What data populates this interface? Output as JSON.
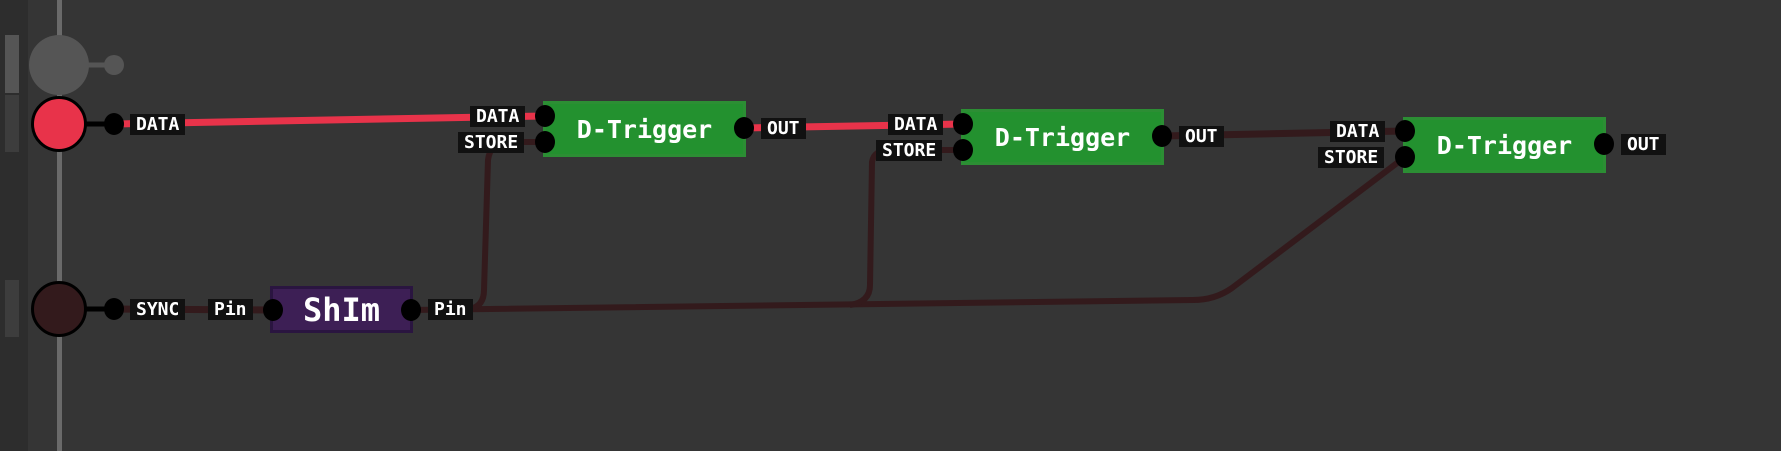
{
  "inputs": [
    {
      "label": "DATA",
      "state": "high",
      "color": "#e8334a"
    },
    {
      "label": "SYNC",
      "state": "low",
      "color": "#331a1c"
    }
  ],
  "nodes": [
    {
      "title": "D-Trigger",
      "inputs": [
        "DATA",
        "STORE"
      ],
      "output": "OUT"
    },
    {
      "title": "D-Trigger",
      "inputs": [
        "DATA",
        "STORE"
      ],
      "output": "OUT"
    },
    {
      "title": "D-Trigger",
      "inputs": [
        "DATA",
        "STORE"
      ],
      "output": "OUT"
    }
  ],
  "shim": {
    "title": "ShIm",
    "input": "Pin",
    "output": "Pin"
  },
  "colors": {
    "background": "#353535",
    "wire_high": "#e8334a",
    "wire_low": "#331a1c",
    "node_green": "#23912f",
    "node_purple": "#3d1f55"
  }
}
